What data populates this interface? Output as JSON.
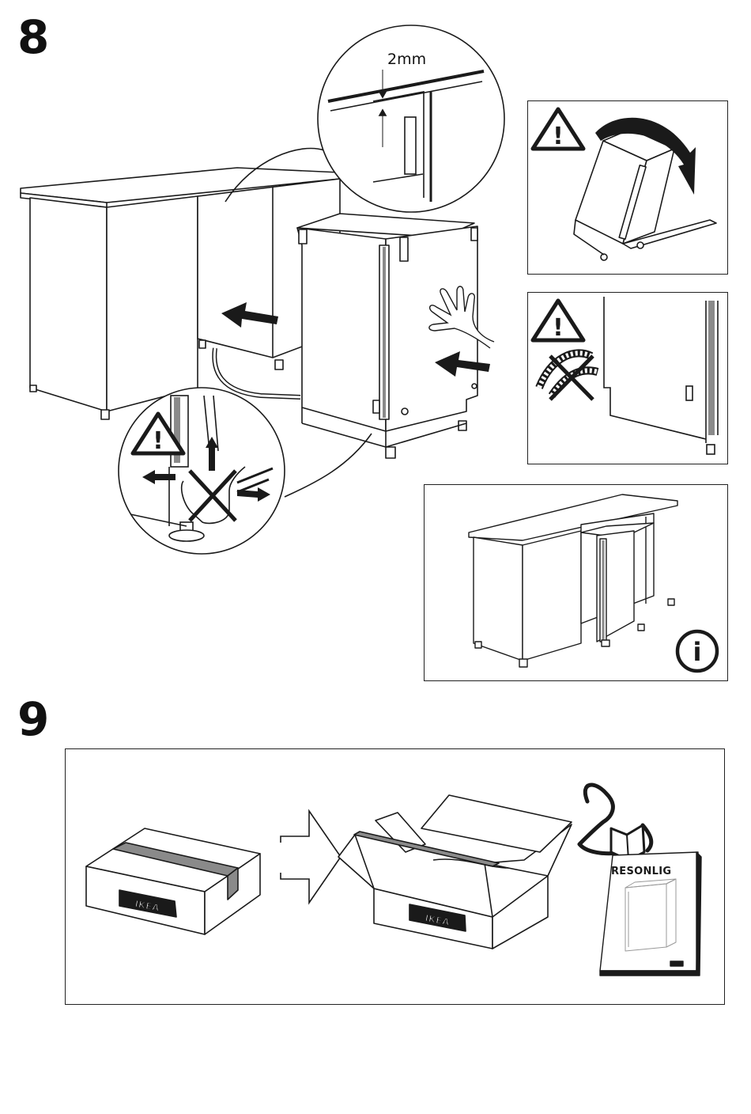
{
  "step8": {
    "number": "8",
    "gap_label": "2mm"
  },
  "step9": {
    "number": "9",
    "logo_text": "IKEA",
    "manual_title": "RESONLIG"
  },
  "icons": {
    "warning": "warning-triangle-icon",
    "info": "info-circle-icon",
    "info_glyph": "i",
    "warning_glyph": "!",
    "reader": "person-reading-icon"
  },
  "colors": {
    "line": "#1a1a1a",
    "fill": "#ffffff",
    "shade": "#8a8a8a"
  }
}
